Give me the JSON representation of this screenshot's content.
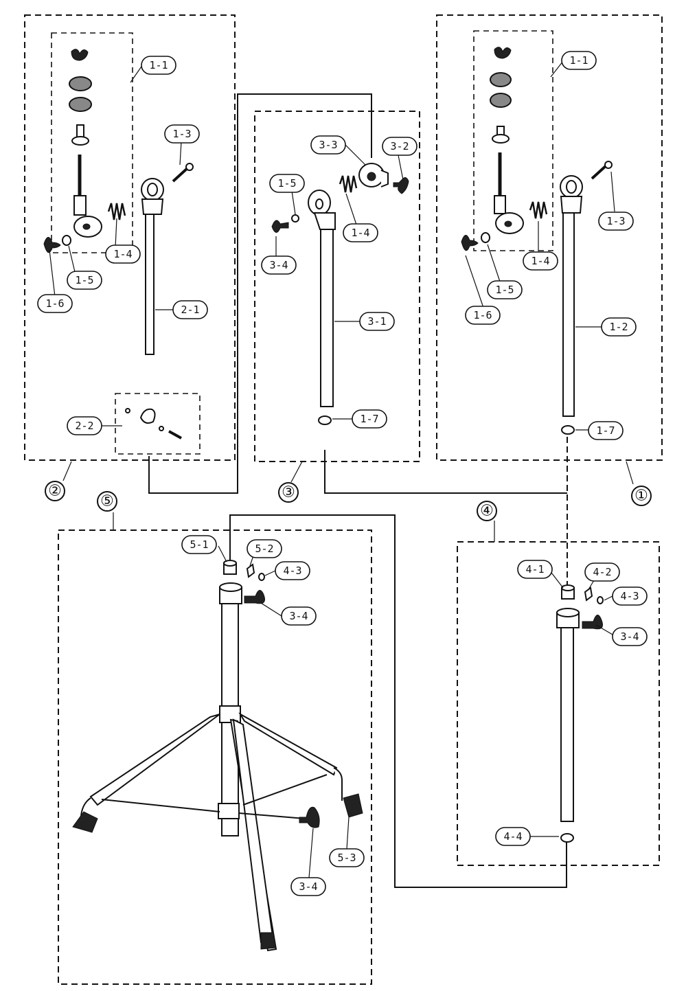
{
  "assemblies": [
    "①",
    "②",
    "③",
    "④",
    "⑤"
  ],
  "parts": {
    "p1_1": "1-1",
    "p1_2": "1-2",
    "p1_3": "1-3",
    "p1_4": "1-4",
    "p1_5": "1-5",
    "p1_6": "1-6",
    "p1_7": "1-7",
    "p2_1": "2-1",
    "p2_2": "2-2",
    "p3_1": "3-1",
    "p3_2": "3-2",
    "p3_3": "3-3",
    "p3_4": "3-4",
    "p4_1": "4-1",
    "p4_2": "4-2",
    "p4_3": "4-3",
    "p4_4": "4-4",
    "p5_1": "5-1",
    "p5_2": "5-2",
    "p5_3": "5-3"
  }
}
